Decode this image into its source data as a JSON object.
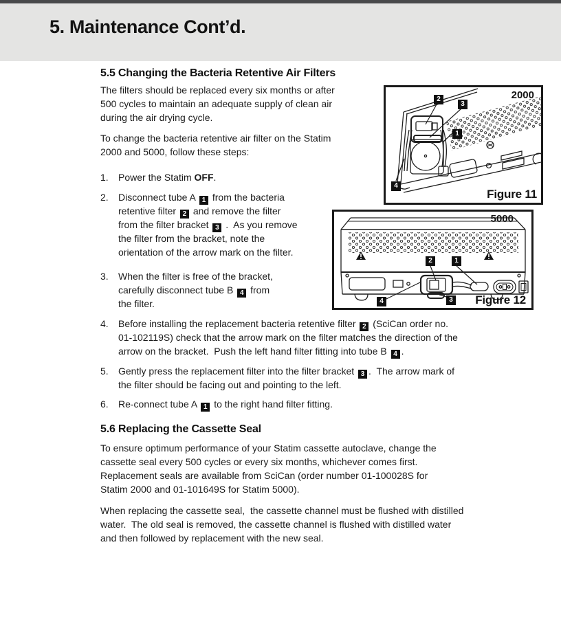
{
  "header": {
    "title": "5. Maintenance Cont’d.",
    "band_color": "#e4e4e3",
    "bar_color": "#48494b"
  },
  "section_55": {
    "heading": "5.5 Changing the Bacteria Retentive Air Filters",
    "para1_lines": [
      "The filters should be replaced every six months or after",
      "500 cycles to maintain an adequate supply of clean air",
      "during the air drying cycle."
    ],
    "para2_lines": [
      "To change the bacteria retentive air filter on the Statim",
      "2000 and 5000, follow these steps:"
    ],
    "steps": [
      {
        "num": "1.",
        "lines": [
          [
            {
              "t": "Power the Statim "
            },
            {
              "b": "OFF"
            },
            {
              "t": "."
            }
          ]
        ]
      },
      {
        "num": "2.",
        "lines": [
          [
            {
              "t": "Disconnect tube A "
            },
            {
              "m": "1"
            },
            {
              "t": " from the bacteria"
            }
          ],
          [
            {
              "t": "retentive filter "
            },
            {
              "m": "2"
            },
            {
              "t": " and remove the filter"
            }
          ],
          [
            {
              "t": "from the filter bracket "
            },
            {
              "m": "3"
            },
            {
              "t": " .  As you remove"
            }
          ],
          [
            {
              "t": "the filter from the bracket, note the"
            }
          ],
          [
            {
              "t": "orientation of the arrow mark on the filter."
            }
          ]
        ]
      },
      {
        "num": "3.",
        "lines": [
          [
            {
              "t": "When the filter is free of the bracket,"
            }
          ],
          [
            {
              "t": "carefully disconnect tube B "
            },
            {
              "m": "4"
            },
            {
              "t": " from"
            }
          ],
          [
            {
              "t": "the filter."
            }
          ]
        ]
      },
      {
        "num": "4.",
        "lines": [
          [
            {
              "t": "Before installing the replacement bacteria retentive filter "
            },
            {
              "m": "2"
            },
            {
              "t": " (SciCan order no."
            }
          ],
          [
            {
              "t": "01-102119S) check that the arrow mark on the filter matches the direction of the"
            }
          ],
          [
            {
              "t": "arrow on the bracket.  Push the left hand filter fitting into tube B "
            },
            {
              "m": "4"
            },
            {
              "t": "."
            }
          ]
        ]
      },
      {
        "num": "5.",
        "lines": [
          [
            {
              "t": "Gently press the replacement filter into the filter bracket "
            },
            {
              "m": "3"
            },
            {
              "t": ".  The arrow mark of"
            }
          ],
          [
            {
              "t": "the filter should be facing out and pointing to the left."
            }
          ]
        ]
      },
      {
        "num": "6.",
        "lines": [
          [
            {
              "t": "Re-connect tube A "
            },
            {
              "m": "1"
            },
            {
              "t": " to the right hand filter fitting."
            }
          ]
        ]
      }
    ]
  },
  "section_56": {
    "heading": "5.6 Replacing the Cassette Seal",
    "para1_lines": [
      "To ensure optimum performance of your Statim cassette autoclave, change the",
      "cassette seal every 500 cycles or every six months, whichever comes first.",
      "Replacement seals are available from SciCan (order number 01-100028S for",
      "Statim 2000 and 01-101649S for Statim 5000)."
    ],
    "para2_lines": [
      "When replacing the cassette seal,  the cassette channel must be flushed with distilled",
      "water.  The old seal is removed, the cassette channel is flushed with distilled water",
      "and then followed by replacement with the new seal."
    ]
  },
  "figures": {
    "fig11": {
      "model_label": "2000",
      "caption": "Figure 11",
      "marker_1": "1",
      "marker_2": "2",
      "marker_3": "3",
      "marker_4": "4"
    },
    "fig12": {
      "model_label": "5000",
      "caption": "Figure 12",
      "marker_1": "1",
      "marker_2": "2",
      "marker_3": "3",
      "marker_4": "4"
    }
  }
}
